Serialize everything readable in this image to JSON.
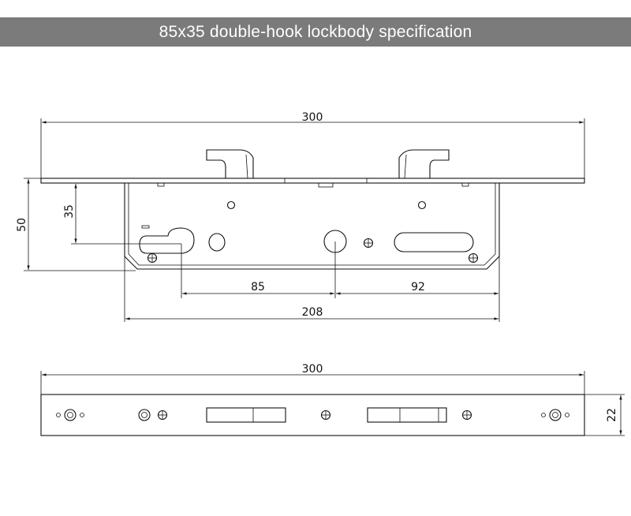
{
  "header": {
    "title": "85x35 double-hook lockbody specification"
  },
  "front_view": {
    "dims": {
      "total_length": "300",
      "height": "50",
      "backset": "35",
      "center_distance_left": "85",
      "center_distance_right": "92",
      "body_length": "208"
    }
  },
  "plan_view": {
    "dims": {
      "total_length": "300",
      "width": "22"
    }
  },
  "colors": {
    "header_bg": "#7b7b7b",
    "header_text": "#ffffff",
    "line": "#111111"
  }
}
